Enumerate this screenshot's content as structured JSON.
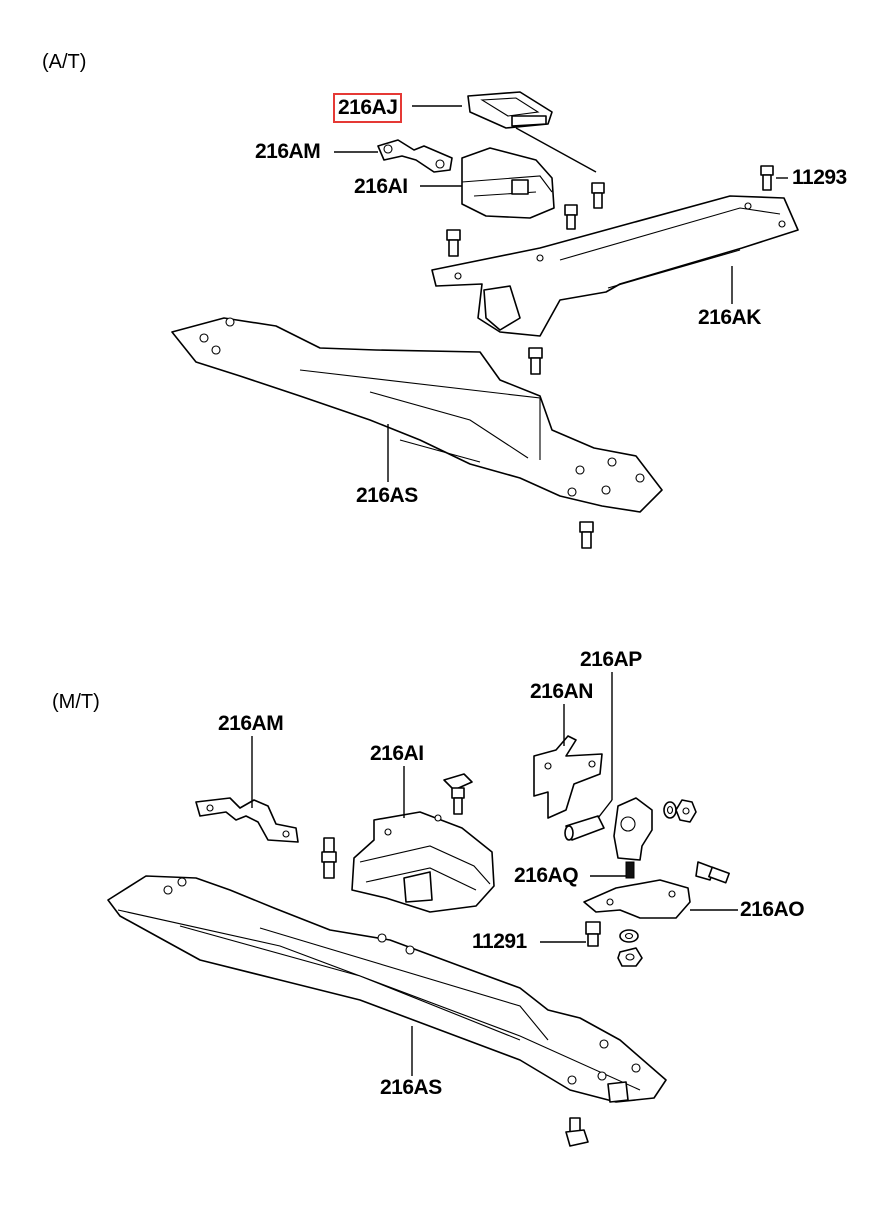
{
  "sections": {
    "at": {
      "title": "(A/T)"
    },
    "mt": {
      "title": "(M/T)"
    }
  },
  "callouts": {
    "at": {
      "p216aj": "216AJ",
      "p216am": "216AM",
      "p216ai": "216AI",
      "p11293": "11293",
      "p216ak": "216AK",
      "p216as": "216AS"
    },
    "mt": {
      "p216ap": "216AP",
      "p216an": "216AN",
      "p216am": "216AM",
      "p216ai": "216AI",
      "p216aq": "216AQ",
      "p216ao": "216AO",
      "p11291": "11291",
      "p216as": "216AS"
    }
  },
  "highlight": {
    "color": "#e53935",
    "selected": "216AJ"
  }
}
